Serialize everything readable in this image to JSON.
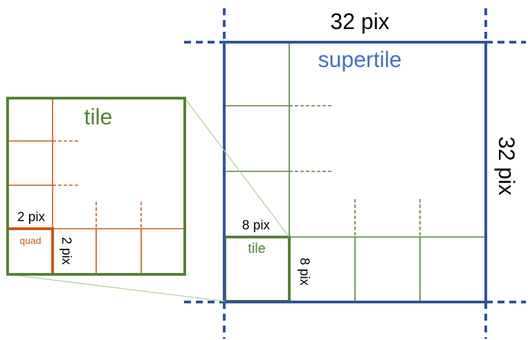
{
  "supertile": {
    "title": "supertile",
    "width_label": "32 pix",
    "height_label": "32 pix"
  },
  "tile": {
    "title_zoom": "tile",
    "title_small": "tile",
    "width_label": "8 pix",
    "height_label": "8 pix"
  },
  "quad": {
    "title": "quad",
    "width_label": "2 pix",
    "height_label": "2 pix"
  },
  "colors": {
    "blue": "#2f5597",
    "blue_text": "#4472c4",
    "green": "#548235",
    "orange": "#c55a11",
    "text": "#000000"
  }
}
